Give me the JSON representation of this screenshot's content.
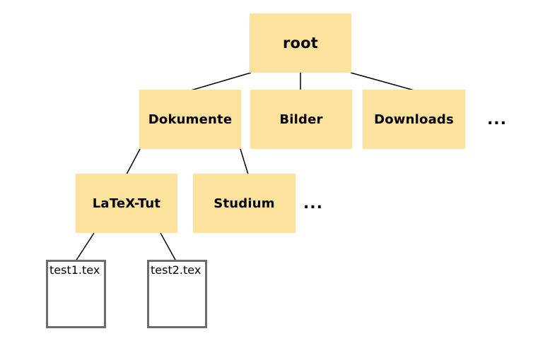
{
  "diagram": {
    "type": "tree",
    "colors": {
      "background": "#ffffff",
      "folder_fill": "#FCE29C",
      "folder_text": "#000000",
      "file_fill": "#ffffff",
      "file_border": "#6b6b6b",
      "file_text": "#000000",
      "edge": "#000000"
    },
    "nodes": {
      "root": {
        "label": "root",
        "kind": "folder"
      },
      "dokumente": {
        "label": "Dokumente",
        "kind": "folder"
      },
      "bilder": {
        "label": "Bilder",
        "kind": "folder"
      },
      "downloads": {
        "label": "Downloads",
        "kind": "folder"
      },
      "more_level2": {
        "label": "...",
        "kind": "ellipsis"
      },
      "latex_tut": {
        "label": "LaTeX-Tut",
        "kind": "folder"
      },
      "studium": {
        "label": "Studium",
        "kind": "folder"
      },
      "more_level3": {
        "label": "...",
        "kind": "ellipsis"
      },
      "test1": {
        "label": "test1.tex",
        "kind": "file"
      },
      "test2": {
        "label": "test2.tex",
        "kind": "file"
      }
    },
    "edges": [
      {
        "from": "root",
        "to": "dokumente"
      },
      {
        "from": "root",
        "to": "bilder"
      },
      {
        "from": "root",
        "to": "downloads"
      },
      {
        "from": "dokumente",
        "to": "latex_tut"
      },
      {
        "from": "dokumente",
        "to": "studium"
      },
      {
        "from": "latex_tut",
        "to": "test1"
      },
      {
        "from": "latex_tut",
        "to": "test2"
      }
    ]
  }
}
